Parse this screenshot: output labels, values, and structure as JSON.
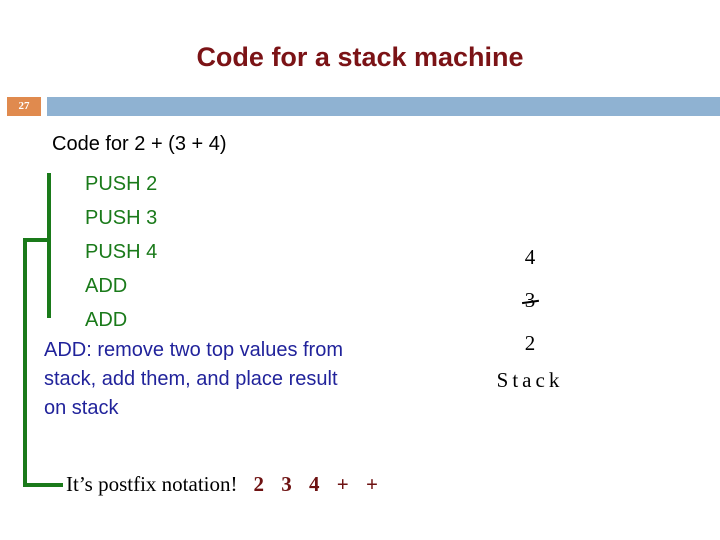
{
  "slide": {
    "title": "Code for a stack machine",
    "number": "27",
    "accent_band_color": "#8FB2D2",
    "number_badge_color": "#E08A4E",
    "title_color": "#7B1316"
  },
  "body": {
    "heading": "Code for 2 + (3 + 4)",
    "code_color": "#1A7A1A",
    "code_lines": [
      "PUSH 2",
      "PUSH 3",
      "PUSH 4",
      "ADD",
      "ADD"
    ],
    "add_note": "ADD: remove two top values from stack, add them, and place result on stack",
    "add_note_color": "#21239B"
  },
  "stack": {
    "label": "Stack",
    "cells": [
      {
        "value": "4",
        "struck": false
      },
      {
        "value": "3",
        "struck": true
      },
      {
        "value": "2",
        "struck": false
      }
    ]
  },
  "footer": {
    "note": "It’s postfix notation!",
    "tokens": "2 3 4 + +",
    "tokens_color": "#6E1212"
  }
}
